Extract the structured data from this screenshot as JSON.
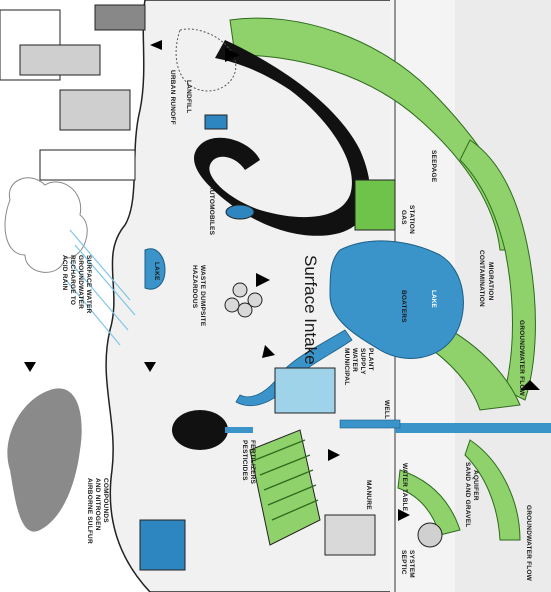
{
  "labels": {
    "urban_runoff": "URBAN RUNOFF",
    "landfill": "LANDFILL",
    "automobiles": "AUTOMOBILES",
    "lake_small": "LAKE",
    "acid_rain": "ACID RAIN",
    "recharge": "RECHARGE TO",
    "groundwater": "GROUNDWATER",
    "surface_water": "SURFACE WATER",
    "hazardous": "HAZARDOUS",
    "waste_dumpsite": "WASTE DUMPSITE",
    "surface_intake": "Surface Intake",
    "municipal": "MUNICIPAL",
    "water": "WATER",
    "supply": "SUPPLY",
    "plant": "PLANT",
    "well": "WELL",
    "seepage": "SEEPAGE",
    "gas": "GAS",
    "station": "STATION",
    "boaters": "BOATERS",
    "lake": "LAKE",
    "contamination": "CONTAMINATION",
    "migration": "MIGRATION",
    "groundwater_flow_top": "GROUNDWATER FLOW",
    "pesticides": "PESTICIDES",
    "fertilizers": "FERTILIZERS",
    "manure": "MANURE",
    "water_table": "WATER TABLE",
    "sand_gravel": "SAND AND GRAVEL",
    "aquifer": "AQUIFER",
    "groundwater_flow_bottom": "GROUNDWATER FLOW",
    "septic": "SEPTIC",
    "system": "SYSTEM",
    "airborne": "AIRBORNE SULFUR",
    "and_nitrogen": "AND NITROGEN",
    "compounds": "COMPOUNDS"
  },
  "colors": {
    "green": "#8fd16a",
    "water": "#3a93c9",
    "land": "#f2f2f2",
    "black": "#111111"
  }
}
